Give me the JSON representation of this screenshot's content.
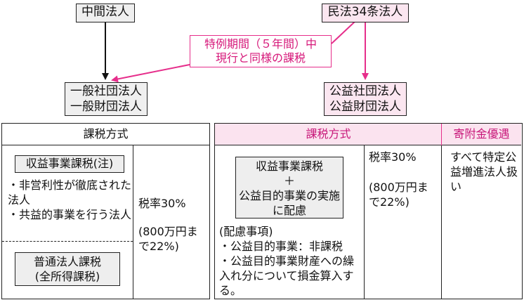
{
  "nodes": {
    "intermediate": "中間法人",
    "civil34": "民法34条法人",
    "general_line1": "一般社団法人",
    "general_line2": "一般財団法人",
    "public_line1": "公益社団法人",
    "public_line2": "公益財団法人"
  },
  "callout": {
    "line1": "特例期間（５年間）中",
    "line2": "現行と同様の課税"
  },
  "left_table": {
    "header": "課税方式",
    "revenue_box": "収益事業課税(注)",
    "bullet1": "・非営利性が徹底された法人",
    "bullet2": "・共益的事業を行う法人",
    "ordinary_line1": "普通法人課税",
    "ordinary_line2": "(全所得課税)",
    "rate": "税率30%",
    "rate_note": "(800万円まで22%)"
  },
  "right_table": {
    "header_tax": "課税方式",
    "header_donation": "寄附金優遇",
    "box_line1": "収益事業課税",
    "box_line2": "＋",
    "box_line3": "公益目的事業の実施に配慮",
    "items_title": "(配慮事項)",
    "item1": "・公益目的事業：非課税",
    "item2": "・公益目的事業財産への繰入れ分について損金算入する。",
    "rate": "税率30%",
    "rate_note": "(800万円まで22%)",
    "donation": "すべて特定公益増進法人扱い"
  },
  "colors": {
    "accent": "#e62e8b",
    "pink_fill": "#fbe6f0",
    "gray_fill": "#efefef"
  }
}
